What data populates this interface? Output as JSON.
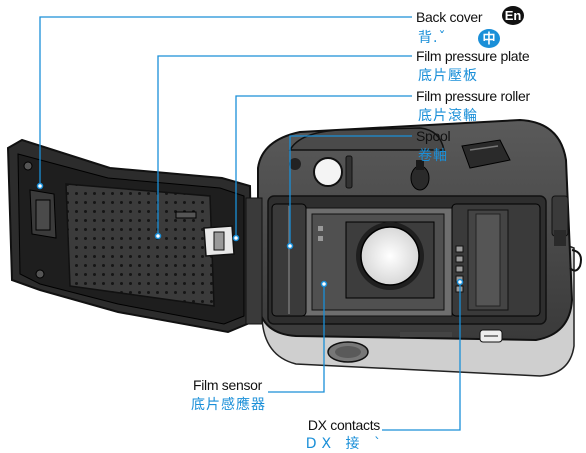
{
  "labels": {
    "back_cover": {
      "en": "Back cover",
      "zh": "背.ˇ"
    },
    "pressure_plate": {
      "en": "Film pressure plate",
      "zh": "底片壓板"
    },
    "pressure_roller": {
      "en": "Film pressure roller",
      "zh": "底片滾輪"
    },
    "spool": {
      "en": "Spool",
      "zh": "卷軸"
    },
    "film_sensor": {
      "en": "Film sensor",
      "zh": "底片感應器"
    },
    "dx_contacts": {
      "en": "DX contacts",
      "zh": "DX 接 ˋ"
    }
  },
  "badges": {
    "english": "En",
    "chinese": "中"
  },
  "colors": {
    "leader": "#1a8fd8",
    "label_en": "#111111",
    "label_zh": "#1a8fd8"
  }
}
